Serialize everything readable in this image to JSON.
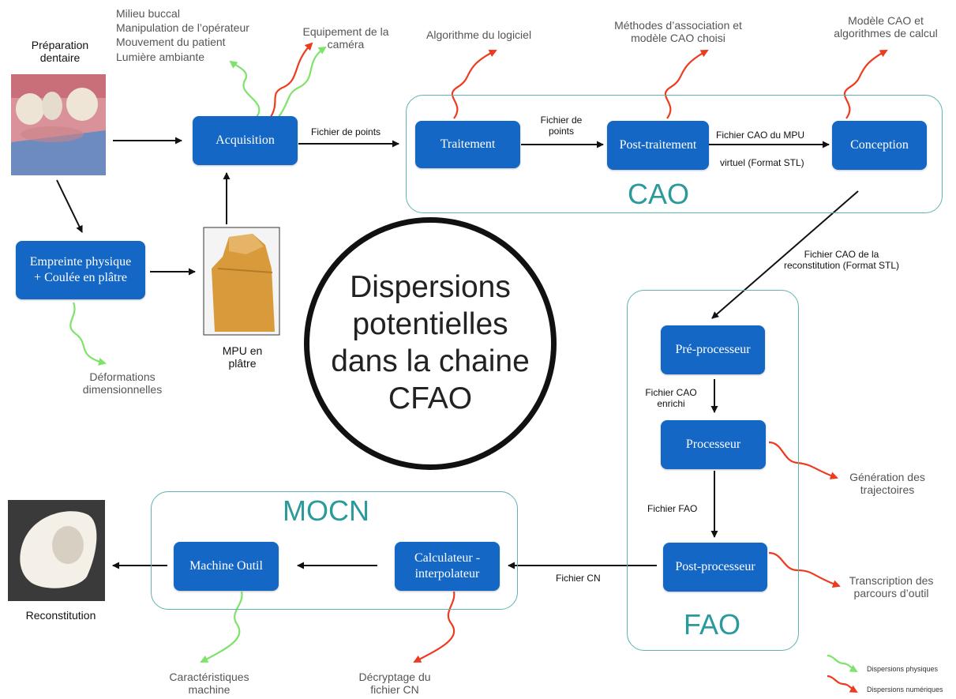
{
  "center": {
    "text": "Dispersions\npotentielles\ndans la chaine\nCFAO"
  },
  "regions": {
    "cao": "CAO",
    "fao": "FAO",
    "mocn": "MOCN"
  },
  "boxes": {
    "acquisition": "Acquisition",
    "empreinte": "Empreinte physique\n+ Coulée en plâtre",
    "traitement": "Traitement",
    "post_traitement": "Post-traitement",
    "conception": "Conception",
    "pre_processeur": "Pré-processeur",
    "processeur": "Processeur",
    "post_processeur": "Post-processeur",
    "calculateur": "Calculateur -\ninterpolateur",
    "machine_outil": "Machine Outil"
  },
  "images": {
    "preparation_label": "Préparation\ndentaire",
    "mpu_label": "MPU en\nplâtre",
    "reconstitution_label": "Reconstitution"
  },
  "flow_labels": {
    "fichier_points_1": "Fichier de points",
    "fichier_points_2": "Fichier de\npoints",
    "fichier_cao_mpu_1": "Fichier CAO du MPU",
    "fichier_cao_mpu_2": "virtuel (Format STL)",
    "fichier_cao_reconst": "Fichier CAO de la\nreconstitution (Format STL)",
    "fichier_cao_enrichi": "Fichier CAO\nenrichi",
    "fichier_fao": "Fichier FAO",
    "fichier_cn": "Fichier CN"
  },
  "dispersions": {
    "milieu": "Milieu buccal\nManipulation de l’opérateur\nMouvement du patient\nLumière ambiante",
    "equipement": "Equipement de la\ncaméra",
    "algorithme": "Algorithme du logiciel",
    "methodes": "Méthodes d’association et\nmodèle CAO choisi",
    "modele": "Modèle CAO et\nalgorithmes de calcul",
    "deformations": "Déformations\ndimensionnelles",
    "generation": "Génération des\ntrajectoires",
    "transcription": "Transcription des\nparcours d’outil",
    "caracteristiques": "Caractéristiques\nmachine",
    "decryptage": "Décryptage du\nfichier CN"
  },
  "legend": {
    "physiques": "Dispersions physiques",
    "numeriques": "Dispersions numériques"
  },
  "colors": {
    "box": "#1467c4",
    "region": "#5fb3b3",
    "region_title": "#2a9a9a",
    "physical": "#7ee36a",
    "numerical": "#ee3a1e"
  }
}
